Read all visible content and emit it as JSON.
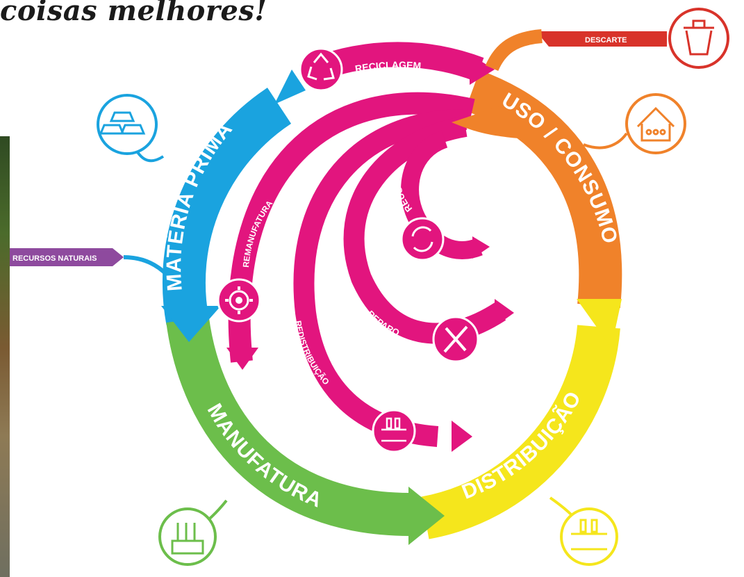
{
  "headline": "coisas melhores!",
  "stages": {
    "materia_prima": "MATÉRIA PRIMA",
    "uso_consumo": "USO / CONSUMO",
    "distribuicao": "DISTRIBUIÇÃO",
    "manufatura": "MANUFATURA"
  },
  "loops": {
    "reciclagem": "RECICLAGEM",
    "remanufatura": "REMANUFATURA",
    "reuso": "REUSO",
    "reparo": "REPARO",
    "redistribuicao": "REDISTRIBUIÇÃO"
  },
  "inputs": {
    "recursos_naturais": "RECURSOS NATURAIS",
    "descarte": "DESCARTE"
  },
  "colors": {
    "materia_prima": "#1AA3DF",
    "uso_consumo": "#F0822A",
    "distribuicao": "#F5E61C",
    "manufatura": "#6CBE4B",
    "loops": "#E2157E",
    "recursos_naturais": "#8E4A9E",
    "descarte": "#D8332A"
  },
  "icons": {
    "materia_prima": "gold-bars-icon",
    "uso_consumo": "house-family-icon",
    "distribuicao": "shelf-bottles-icon",
    "manufatura": "factory-icon",
    "descarte": "trash-cups-icon",
    "reciclagem": "recycle-icon",
    "remanufatura": "gear-icon",
    "reuso": "refresh-arrows-icon",
    "reparo": "tools-icon",
    "redistribuicao": "shelf-bottles-icon"
  }
}
